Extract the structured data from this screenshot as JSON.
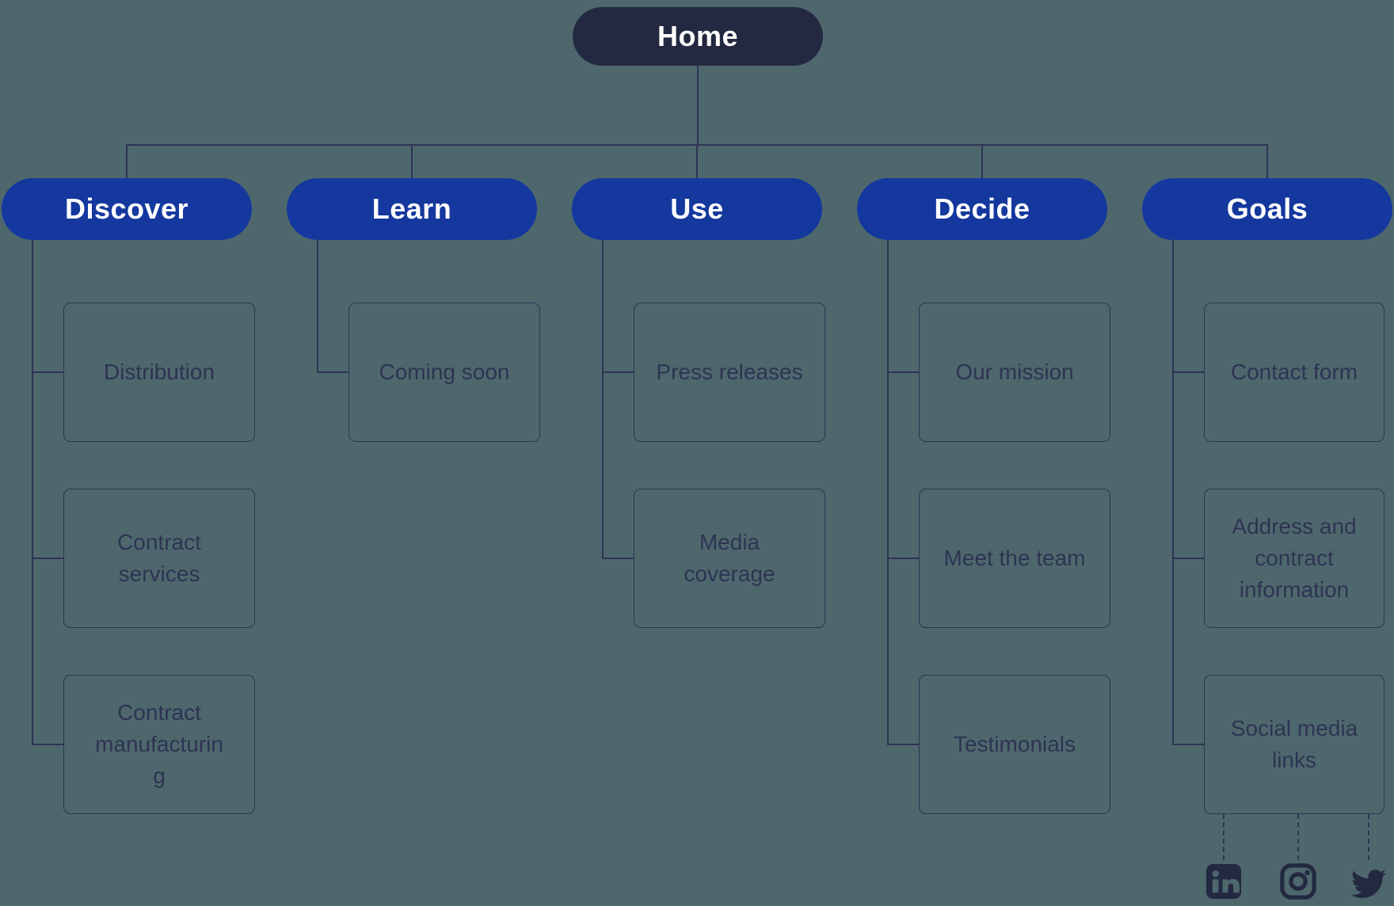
{
  "diagram_type": "sitemap",
  "home": {
    "label": "Home"
  },
  "columns": [
    {
      "label": "Discover",
      "children": [
        {
          "label": "Distribution"
        },
        {
          "label": "Contract services"
        },
        {
          "label": "Contract manufacturing"
        }
      ]
    },
    {
      "label": "Learn",
      "children": [
        {
          "label": "Coming soon"
        }
      ]
    },
    {
      "label": "Use",
      "children": [
        {
          "label": "Press releases"
        },
        {
          "label": "Media coverage"
        }
      ]
    },
    {
      "label": "Decide",
      "children": [
        {
          "label": "Our mission"
        },
        {
          "label": "Meet the team"
        },
        {
          "label": "Testimonials"
        }
      ]
    },
    {
      "label": "Goals",
      "children": [
        {
          "label": "Contact form"
        },
        {
          "label": "Address and contract information"
        },
        {
          "label": "Social media links"
        }
      ]
    }
  ],
  "social_links": [
    {
      "icon": "linkedin-icon",
      "name": "LinkedIn"
    },
    {
      "icon": "instagram-icon",
      "name": "Instagram"
    },
    {
      "icon": "twitter-icon",
      "name": "Twitter"
    }
  ],
  "colors": {
    "background": "#4e676d",
    "home_node": "#232941",
    "branch_node": "#14389e",
    "node_text": "#ffffff",
    "box_text": "#2d3452",
    "connector": "#2d3452"
  }
}
